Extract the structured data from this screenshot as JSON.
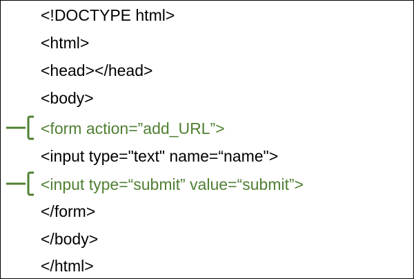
{
  "code_lines": [
    {
      "text": "<!DOCTYPE html>",
      "highlighted": false
    },
    {
      "text": "<html>",
      "highlighted": false
    },
    {
      "text": "<head></head>",
      "highlighted": false
    },
    {
      "text": "<body>",
      "highlighted": false
    },
    {
      "text": "<form action=”add_URL”>",
      "highlighted": true
    },
    {
      "text": "<input type=\"text\" name=“name\">",
      "highlighted": false
    },
    {
      "text": "<input type=“submit” value=“submit”>",
      "highlighted": true
    },
    {
      "text": "</form>",
      "highlighted": false
    },
    {
      "text": "</body>",
      "highlighted": false
    },
    {
      "text": "</html>",
      "highlighted": false
    }
  ],
  "colors": {
    "highlight": "#4f7f32",
    "text": "#000000"
  }
}
